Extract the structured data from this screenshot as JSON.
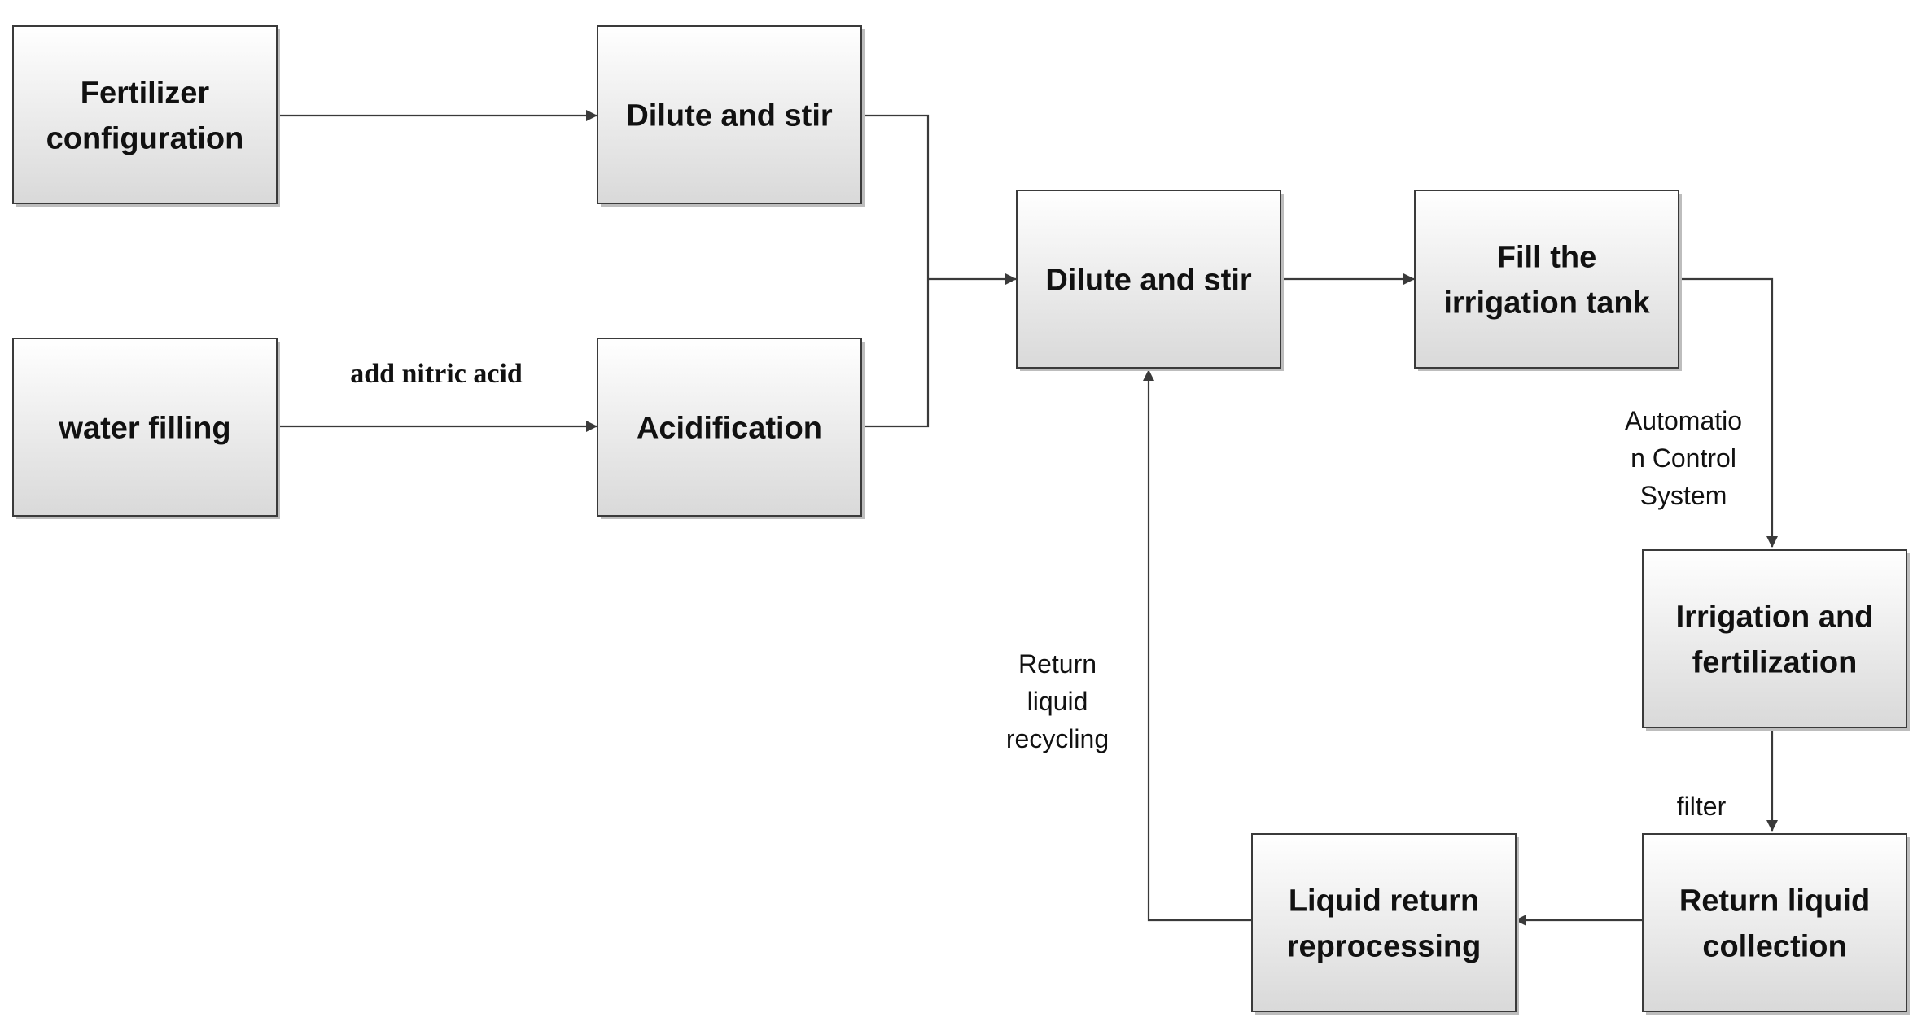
{
  "nodes": {
    "fertilizer_config": {
      "lines": [
        "Fertilizer",
        "configuration"
      ]
    },
    "dilute_stir_1": {
      "lines": [
        "Dilute and stir"
      ]
    },
    "water_filling": {
      "lines": [
        "water filling"
      ]
    },
    "acidification": {
      "lines": [
        "Acidification"
      ]
    },
    "dilute_stir_2": {
      "lines": [
        "Dilute and stir"
      ]
    },
    "fill_tank": {
      "lines": [
        "Fill the",
        "irrigation tank"
      ]
    },
    "irrigation_fert": {
      "lines": [
        "Irrigation and",
        "fertilization"
      ]
    },
    "return_collection": {
      "lines": [
        "Return liquid",
        "collection"
      ]
    },
    "return_reprocessing": {
      "lines": [
        "Liquid return",
        "reprocessing"
      ]
    }
  },
  "edge_labels": {
    "add_nitric_acid": [
      "add nitric acid"
    ],
    "automation_control": [
      "Automatio",
      "n Control",
      "System"
    ],
    "filter": [
      "filter"
    ],
    "return_recycling": [
      "Return",
      "liquid",
      "recycling"
    ]
  },
  "colors": {
    "box_top": "#ffffff",
    "box_bottom": "#d9d9d9",
    "line": "#3a3a3a",
    "text": "#111111"
  }
}
